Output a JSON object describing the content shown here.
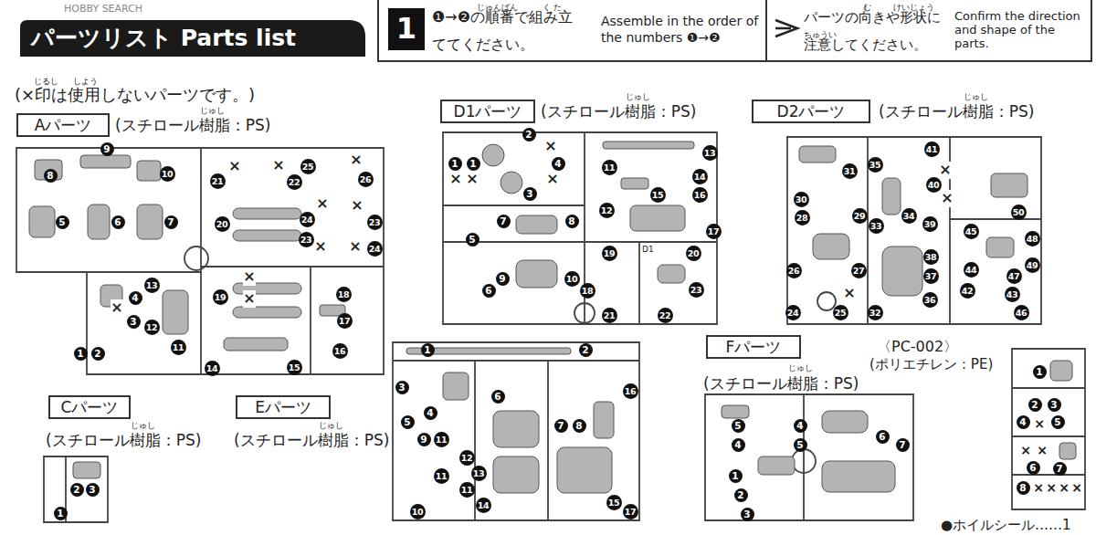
{
  "diagram": {
    "title": "パーツリスト Parts list",
    "nodes": [
      {
        "text": [
          "❶→❷の順番で組み立ててください。",
          "Assemble in the order of the numbers ❶→❷"
        ]
      },
      {
        "text": [
          "1"
        ],
        "in": 0
      },
      {
        "text": [
          "パーツの向きや形状に注意してください。",
          "Confirm the direction and shape of the parts."
        ]
      },
      {
        "text": [
          "Aパーツ"
        ]
      },
      {
        "text": [
          "D1パーツ"
        ]
      },
      {
        "text": [
          "D2パーツ"
        ]
      },
      {
        "text": [
          "Cパーツ"
        ]
      },
      {
        "text": [
          "Eパーツ"
        ]
      },
      {
        "text": [
          "Fパーツ"
        ]
      }
    ],
    "labels": [
      "HOBBY SEARCH",
      "じゅんばん",
      "く た",
      "む",
      "けいじょう",
      "ちゅうい",
      "じるし",
      "しよう",
      "(×印は使用しないパーツです。)",
      "じゅし",
      "(スチロール樹脂：PS)",
      "9",
      "8",
      "10",
      "5",
      "6",
      "7",
      "×",
      "×",
      "25",
      "×",
      "21",
      "22",
      "26",
      "×",
      "×",
      "20",
      "24",
      "23",
      "23",
      "24",
      "×",
      "×",
      "×",
      "13",
      "18",
      "4",
      "19",
      "×",
      "×",
      "17",
      "3",
      "12",
      "11",
      "16",
      "1",
      "2",
      "15",
      "14",
      "じゅし",
      "(スチロール樹脂：PS)",
      "2",
      "×",
      "13",
      "1",
      "1",
      "4",
      "11",
      "14",
      "×",
      "×",
      "×",
      "3",
      "15",
      "16",
      "12",
      "7",
      "8",
      "17",
      "5",
      "D1",
      "19",
      "20",
      "9",
      "10",
      "18",
      "6",
      "23",
      "21",
      "22",
      "じゅし",
      "(スチロール樹脂：PS)",
      "41",
      "35",
      "×",
      "31",
      "40",
      "×",
      "30",
      "50",
      "28",
      "29",
      "34",
      "39",
      "33",
      "45",
      "48",
      "38",
      "49",
      "44",
      "26",
      "27",
      "37",
      "47",
      "42",
      "43",
      "×",
      "36",
      "24",
      "25",
      "32",
      "46",
      "じゅし",
      "(スチロール樹脂：PS)",
      "1",
      "2",
      "3",
      "16",
      "6",
      "4",
      "5",
      "7",
      "8",
      "9",
      "11",
      "12",
      "13",
      "11",
      "11",
      "14",
      "15",
      "10",
      "17",
      "じゅし",
      "(スチロール樹脂：PS)",
      "2",
      "3",
      "1",
      "じゅし",
      "(スチロール樹脂：PS)",
      "5",
      "4",
      "6",
      "4",
      "5",
      "7",
      "1",
      "2",
      "3",
      "〈PC-002〉",
      "(ポリエチレン：PE)",
      "1",
      "2",
      "3",
      "4",
      "×",
      "5",
      "×",
      "×",
      "6",
      "7",
      "8",
      "×",
      "×",
      "×",
      "×",
      "●ホイルシール……1"
    ]
  }
}
